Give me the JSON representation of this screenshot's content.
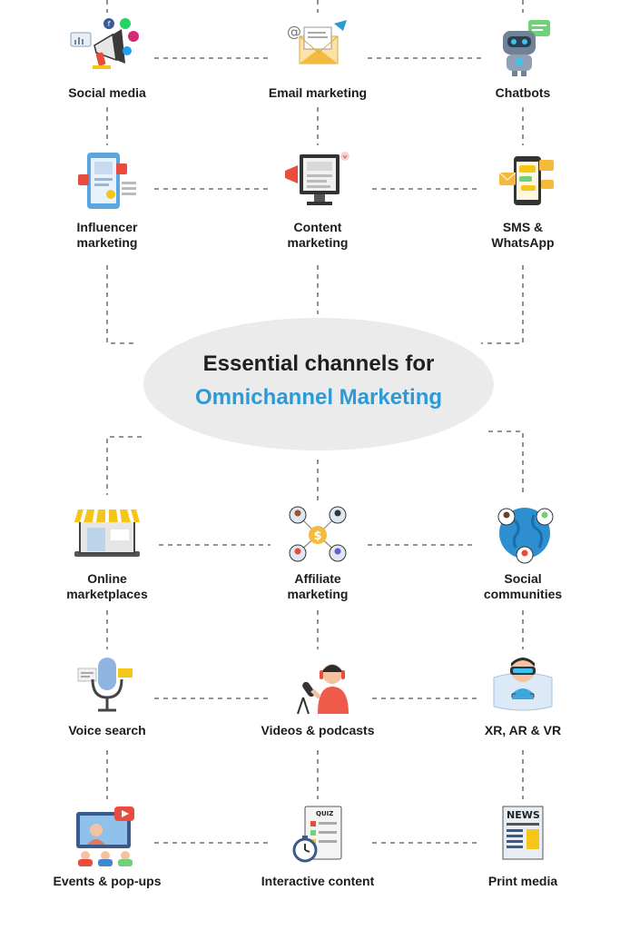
{
  "center": {
    "line1": "Essential channels for",
    "line2": "Omnichannel Marketing"
  },
  "colors": {
    "accent": "#2d9ad6",
    "connector": "#555555",
    "bubble": "#ebebeb"
  },
  "channels": [
    {
      "label": "Social media",
      "icon": "megaphone-social-icon"
    },
    {
      "label": "Email marketing",
      "icon": "envelope-icon"
    },
    {
      "label": "Chatbots",
      "icon": "robot-icon"
    },
    {
      "label": "Influencer\nmarketing",
      "icon": "influencer-phone-icon"
    },
    {
      "label": "Content\nmarketing",
      "icon": "content-monitor-icon"
    },
    {
      "label": "SMS &\nWhatsApp",
      "icon": "sms-phone-icon"
    },
    {
      "label": "Online\nmarketplaces",
      "icon": "storefront-icon"
    },
    {
      "label": "Affiliate\nmarketing",
      "icon": "affiliate-network-icon"
    },
    {
      "label": "Social\ncommunities",
      "icon": "globe-community-icon"
    },
    {
      "label": "Voice search",
      "icon": "microphone-icon"
    },
    {
      "label": "Videos & podcasts",
      "icon": "podcast-icon"
    },
    {
      "label": "XR, AR & VR",
      "icon": "vr-headset-icon"
    },
    {
      "label": "Events & pop-ups",
      "icon": "video-event-icon"
    },
    {
      "label": "Interactive content",
      "icon": "quiz-icon"
    },
    {
      "label": "Print media",
      "icon": "newspaper-icon"
    }
  ]
}
